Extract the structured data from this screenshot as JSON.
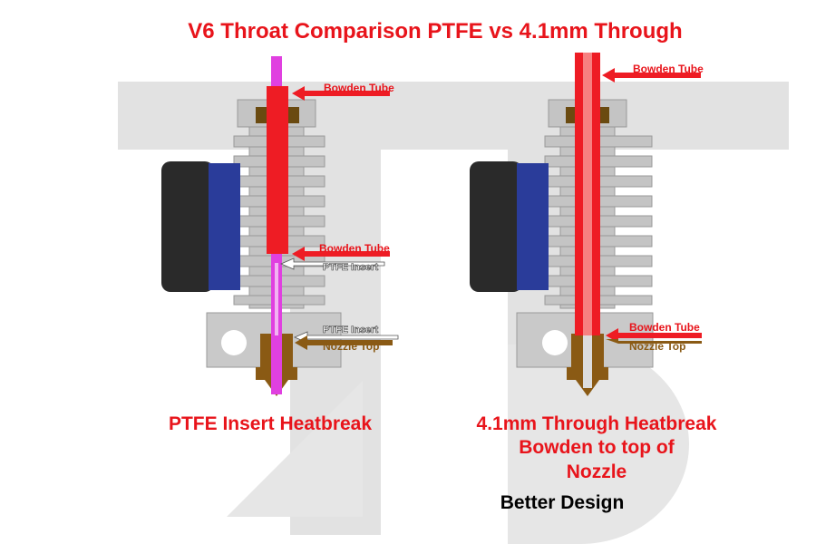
{
  "title": "V6 Throat Comparison PTFE vs 4.1mm Through",
  "left": {
    "caption": "PTFE Insert Heatbreak",
    "labels": {
      "bowden_top": "Bowden Tube",
      "bowden_mid": "Bowden Tube",
      "ptfe_mid": "PTFE Insert",
      "ptfe_low": "PTFE Insert",
      "nozzle_top": "Nozzle Top"
    }
  },
  "right": {
    "caption_lines": [
      "4.1mm Through Heatbreak",
      "Bowden to top of",
      "Nozzle"
    ],
    "verdict": "Better Design",
    "labels": {
      "bowden_top": "Bowden Tube",
      "bowden_low": "Bowden Tube",
      "nozzle_top": "Nozzle Top"
    }
  },
  "colors": {
    "title": "#e8141b",
    "bowden": "#ee1c24",
    "ptfe": "#e040e0",
    "brass": "#8a5a14",
    "fan_blue": "#2a3c9a",
    "heatsink": "#c8c8c8",
    "watermark": "#e0e0e0"
  }
}
